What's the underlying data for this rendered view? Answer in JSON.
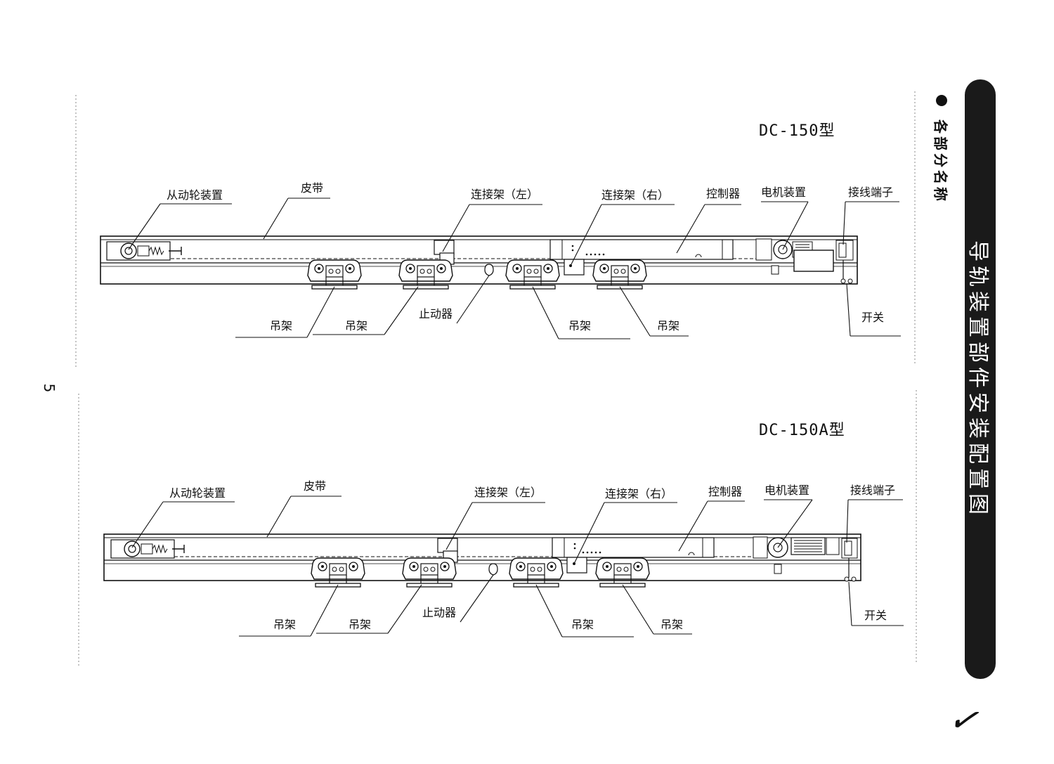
{
  "page": {
    "page_number": "5",
    "vertical_title": "导轨装置部件安装配置图",
    "section_label": "各部分名称",
    "checkmark": "✓"
  },
  "diagrams": [
    {
      "model": "DC-150型",
      "labels": {
        "driven_pulley": "从动轮装置",
        "belt": "皮带",
        "connector_left": "连接架（左）",
        "connector_right": "连接架（右）",
        "controller": "控制器",
        "motor": "电机装置",
        "terminal": "接线端子",
        "hanger_1": "吊架",
        "hanger_2": "吊架",
        "stopper": "止动器",
        "hanger_3": "吊架",
        "hanger_4": "吊架",
        "switch": "开关"
      }
    },
    {
      "model": "DC-150A型",
      "labels": {
        "driven_pulley": "从动轮装置",
        "belt": "皮带",
        "connector_left": "连接架（左）",
        "connector_right": "连接架（右）",
        "controller": "控制器",
        "motor": "电机装置",
        "terminal": "接线端子",
        "hanger_1": "吊架",
        "hanger_2": "吊架",
        "stopper": "止动器",
        "hanger_3": "吊架",
        "hanger_4": "吊架",
        "switch": "开关"
      }
    }
  ]
}
